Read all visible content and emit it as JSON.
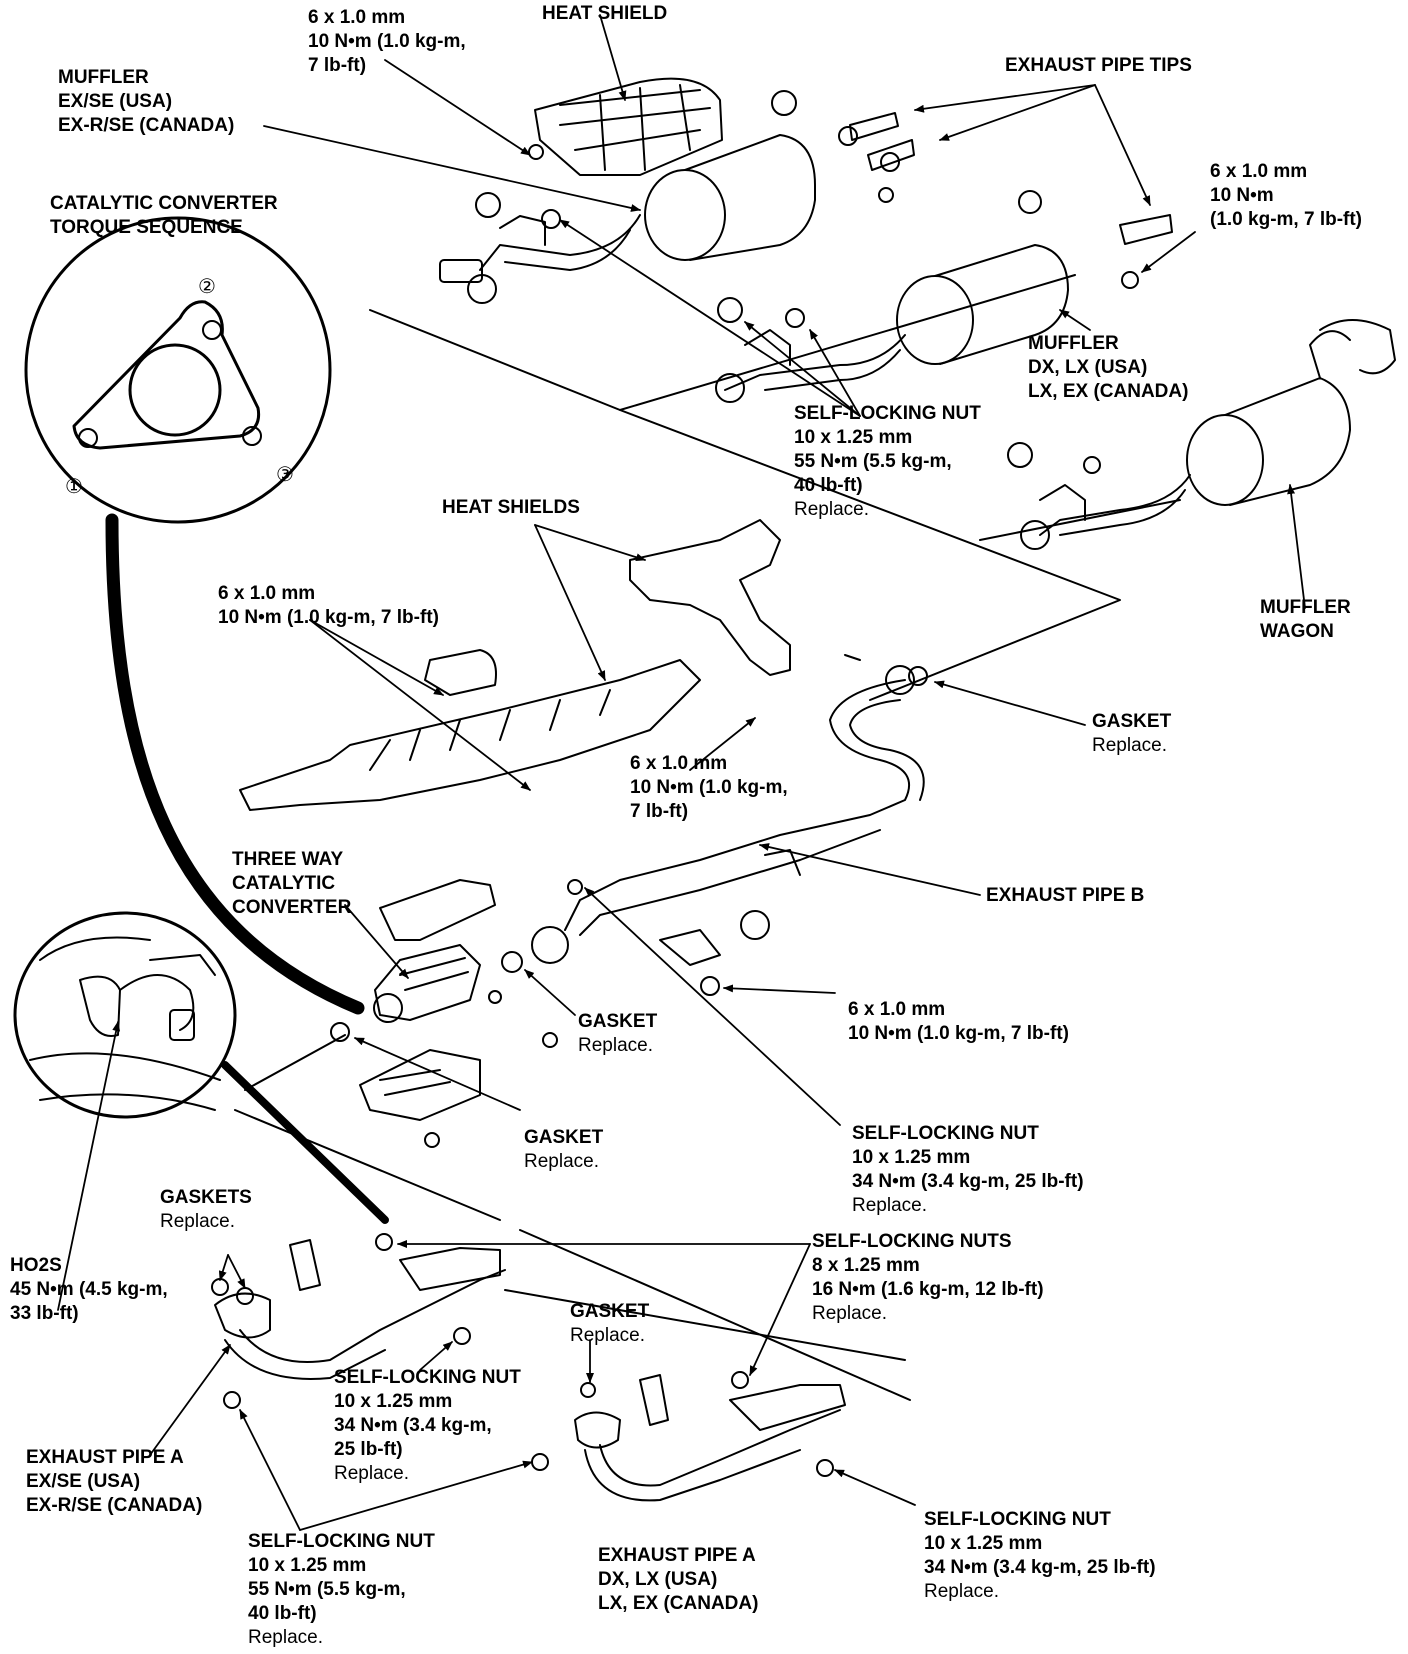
{
  "labels": {
    "heat_shield_top": "HEAT SHIELD",
    "bolt_top": [
      "6 x 1.0 mm",
      "10 N•m (1.0 kg-m,",
      "7 lb-ft)"
    ],
    "exhaust_pipe_tips": "EXHAUST PIPE TIPS",
    "muffler_exse": [
      "MUFFLER",
      "EX/SE (USA)",
      "EX-R/SE (CANADA)"
    ],
    "torque_sequence": [
      "CATALYTIC CONVERTER",
      "TORQUE SEQUENCE"
    ],
    "bolt_right": [
      "6 x 1.0 mm",
      "10 N•m",
      "(1.0 kg-m, 7 lb-ft)"
    ],
    "muffler_dxlx": [
      "MUFFLER",
      "DX, LX (USA)",
      "LX, EX (CANADA)"
    ],
    "nut_mid": [
      "SELF-LOCKING NUT",
      "10 x 1.25 mm",
      "55 N•m (5.5 kg-m,",
      "40 lb-ft)"
    ],
    "nut_mid_replace": "Replace.",
    "heat_shields": "HEAT SHIELDS",
    "muffler_wagon": [
      "MUFFLER",
      "WAGON"
    ],
    "bolt_left": [
      "6 x 1.0 mm",
      "10 N•m (1.0 kg-m, 7 lb-ft)"
    ],
    "gasket_right": "GASKET",
    "gasket_right_replace": "Replace.",
    "bolt_center": [
      "6 x 1.0 mm",
      "10 N•m (1.0 kg-m,",
      "7 lb-ft)"
    ],
    "three_way_cat": [
      "THREE WAY",
      "CATALYTIC",
      "CONVERTER"
    ],
    "exhaust_pipe_b": "EXHAUST PIPE B",
    "bolt_lower_right": [
      "6 x 1.0 mm",
      "10 N•m (1.0 kg-m, 7 lb-ft)"
    ],
    "gasket_center": "GASKET",
    "gasket_center_replace": "Replace.",
    "gasket_cat": "GASKET",
    "gasket_cat_replace": "Replace.",
    "nut_34_center": [
      "SELF-LOCKING NUT",
      "10 x 1.25 mm",
      "34 N•m (3.4 kg-m, 25 lb-ft)"
    ],
    "nut_34_center_replace": "Replace.",
    "gaskets": "GASKETS",
    "gaskets_replace": "Replace.",
    "ho2s": [
      "HO2S",
      "45 N•m (4.5 kg-m,",
      "33 lb-ft)"
    ],
    "nuts_8x125": [
      "SELF-LOCKING NUTS",
      "8 x 1.25 mm",
      "16 N•m (1.6 kg-m, 12 lb-ft)"
    ],
    "nuts_8x125_replace": "Replace.",
    "gasket_lower": "GASKET",
    "gasket_lower_replace": "Replace.",
    "nut_34_lower": [
      "SELF-LOCKING NUT",
      "10 x 1.25 mm",
      "34 N•m (3.4 kg-m,",
      "25 lb-ft)"
    ],
    "nut_34_lower_replace": "Replace.",
    "exhaust_pipe_a_exse": [
      "EXHAUST PIPE A",
      "EX/SE (USA)",
      "EX-R/SE (CANADA)"
    ],
    "nut_55_bottom": [
      "SELF-LOCKING NUT",
      "10 x 1.25 mm",
      "55 N•m (5.5 kg-m,",
      "40 lb-ft)"
    ],
    "nut_55_bottom_replace": "Replace.",
    "exhaust_pipe_a_dxlx": [
      "EXHAUST PIPE A",
      "DX, LX (USA)",
      "LX, EX (CANADA)"
    ],
    "nut_34_right": [
      "SELF-LOCKING NUT",
      "10 x 1.25 mm",
      "34 N•m (3.4 kg-m, 25 lb-ft)"
    ],
    "nut_34_right_replace": "Replace."
  },
  "sequence_numbers": [
    "①",
    "②",
    "③"
  ]
}
